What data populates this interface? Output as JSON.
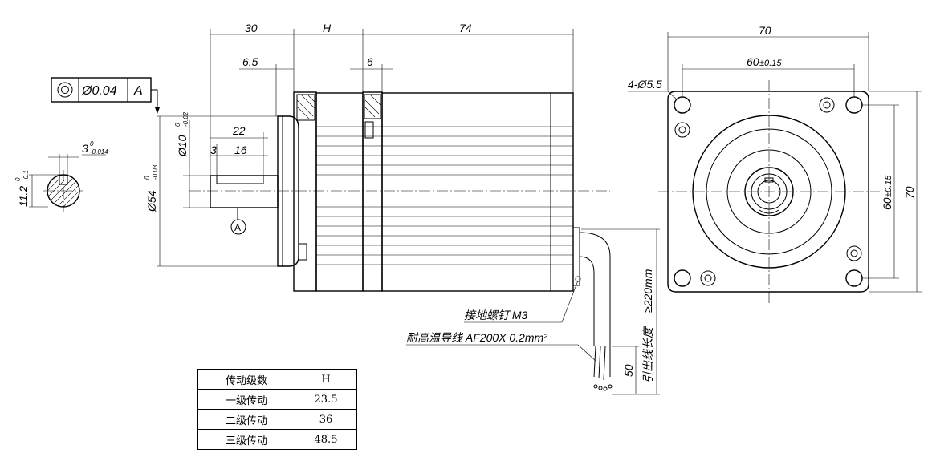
{
  "gdt": {
    "concentricity_symbol": "◎",
    "tolerance": "Ø0.04",
    "datum": "A"
  },
  "datum_label": "A",
  "keyway": {
    "width_main": "3",
    "width_upper": "0",
    "width_lower": "-0.014",
    "height_main": "11.2",
    "height_upper": "0",
    "height_lower": "-0.1"
  },
  "side_view": {
    "dim_30": "30",
    "dim_H": "H",
    "dim_74": "74",
    "dim_6_5": "6.5",
    "dim_6": "6",
    "dim_22": "22",
    "dim_3": "3",
    "dim_16": "16",
    "shaft_dia_main": "Ø10",
    "shaft_dia_upper": "0",
    "shaft_dia_lower": "-0.02",
    "pilot_dia_main": "Ø54",
    "pilot_dia_upper": "0",
    "pilot_dia_lower": "-0.03"
  },
  "front_view": {
    "dim_70_top": "70",
    "dim_60_top_main": "60",
    "dim_60_top_tol": "±0.15",
    "hole_callout": "4-Ø5.5",
    "dim_60_side_main": "60",
    "dim_60_side_tol": "±0.15",
    "dim_70_side": "70"
  },
  "cable": {
    "ground_screw": "接地螺钉   M3",
    "wire_spec": "耐高温导线    AF200X 0.2mm²",
    "length_min": "≥220mm",
    "lead_length_label": "引出线长度",
    "dim_50": "50"
  },
  "h_table": {
    "headers": [
      "传动级数",
      "H"
    ],
    "rows": [
      [
        "一级传动",
        "23.5"
      ],
      [
        "二级传动",
        "36"
      ],
      [
        "三级传动",
        "48.5"
      ]
    ]
  }
}
